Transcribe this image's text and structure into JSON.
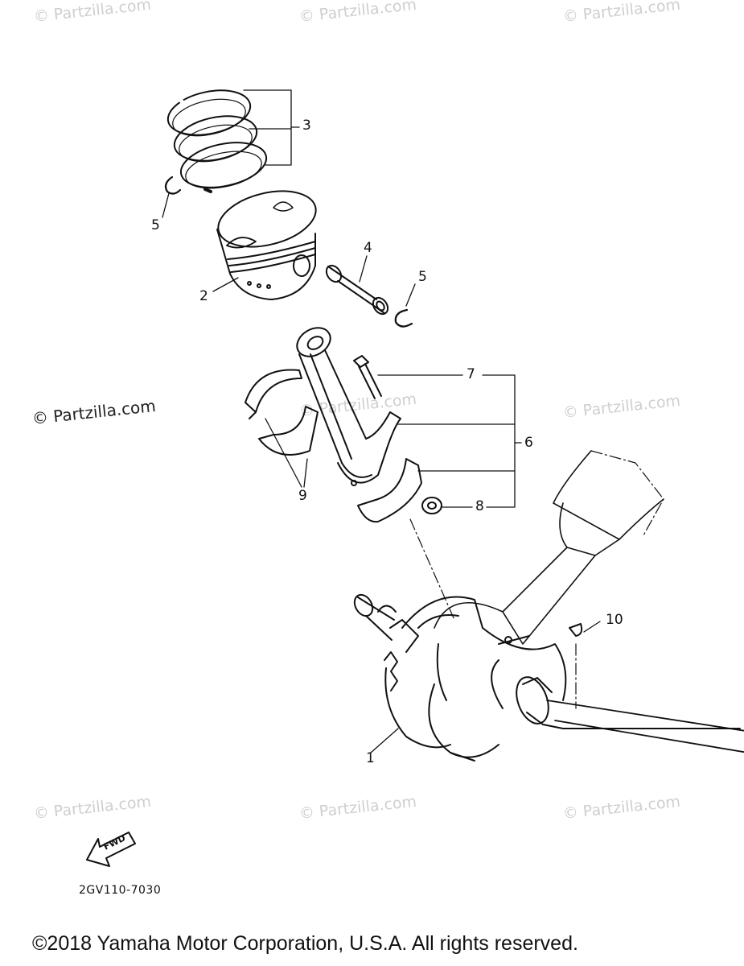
{
  "watermarks": {
    "text": "© Partzilla.com",
    "prominent": "© Partzilla.com"
  },
  "callouts": {
    "c1": "1",
    "c2": "2",
    "c3": "3",
    "c4": "4",
    "c5a": "5",
    "c5b": "5",
    "c6": "6",
    "c7": "7",
    "c8": "8",
    "c9": "9",
    "c10": "10"
  },
  "fwd_label": "FWD",
  "diagram_code": "2GV110-7030",
  "copyright": "©2018  Yamaha Motor Corporation, U.S.A. All rights reserved.",
  "colors": {
    "line": "#111111",
    "watermark": "#cfcfcf",
    "background": "#ffffff"
  }
}
